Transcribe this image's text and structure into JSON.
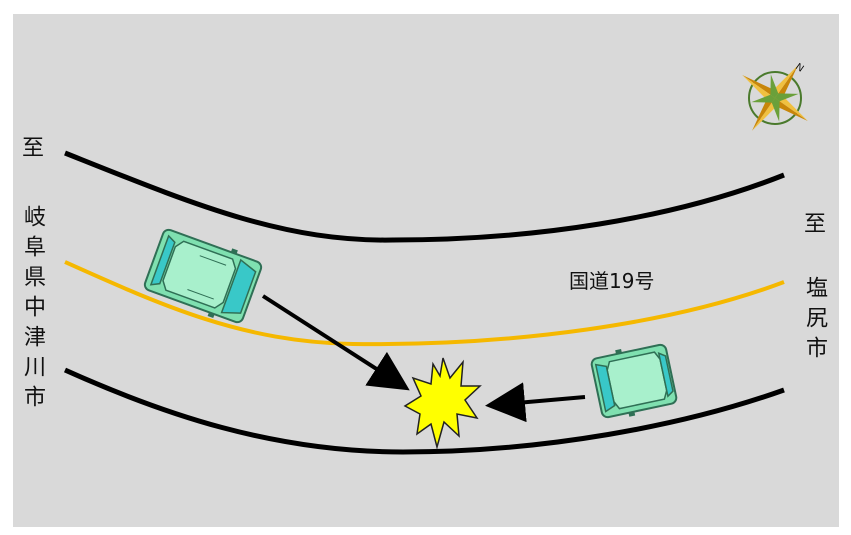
{
  "left_destination": {
    "prefix": "至",
    "city": "岐阜県中津川市"
  },
  "right_destination": {
    "prefix": "至",
    "city": "塩尻市"
  },
  "road_label": "国道19号",
  "compass": {
    "north_letter": "N"
  },
  "colors": {
    "background": "#d9d9d9",
    "road_edge": "#000000",
    "center_line": "#f5b800",
    "car_body": "#7fe0b0",
    "car_outline": "#2f6f55",
    "impact": "#ffff00"
  }
}
